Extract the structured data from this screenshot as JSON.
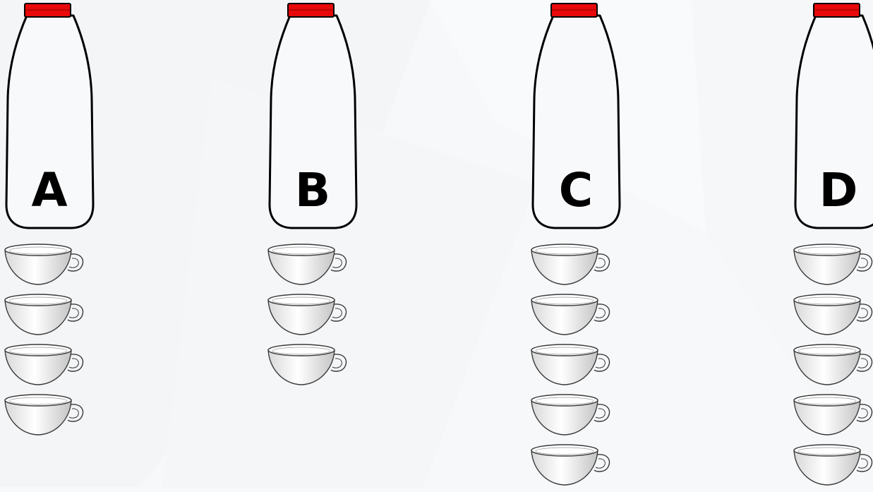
{
  "colors": {
    "background": "#f6f8fa",
    "cap": "#e8090a",
    "outline": "#000000",
    "cup_outline": "#3a3a3a"
  },
  "icons": {
    "bottle": "milk-bottle-icon",
    "cap": "bottle-cap-icon",
    "cup": "teacup-icon"
  },
  "bottles": [
    {
      "label": "A",
      "cups": 4
    },
    {
      "label": "B",
      "cups": 3
    },
    {
      "label": "C",
      "cups": 5
    },
    {
      "label": "D",
      "cups": 5
    }
  ]
}
